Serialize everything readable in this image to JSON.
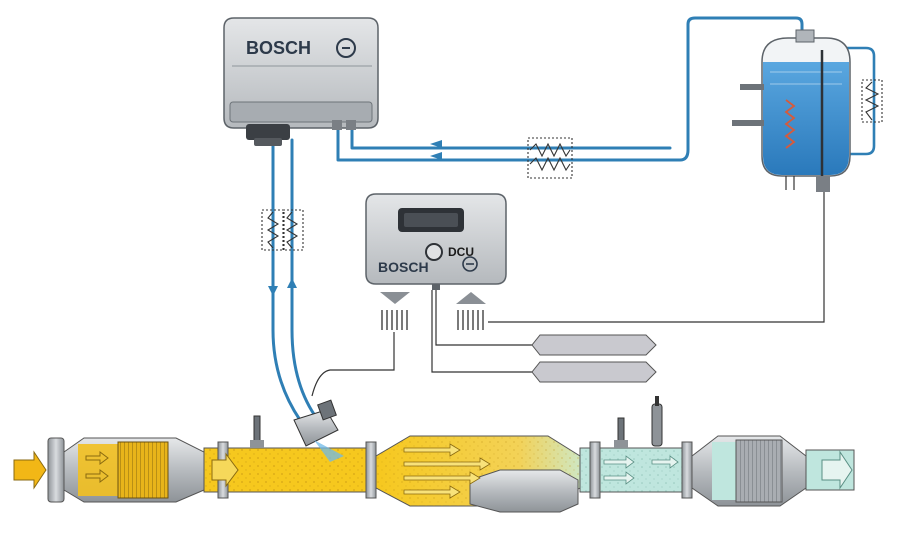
{
  "supply_module": {
    "brand": "BOSCH"
  },
  "dcu": {
    "label": "DCU",
    "brand": "BOSCH"
  },
  "colors": {
    "fluid_line": "#2f7fb5",
    "fluid_tank": "#3b8fd0",
    "exhaust_hot": "#f2c020",
    "exhaust_clean": "#bfe6de",
    "housing": "#c9ccd0",
    "signal_label": "#c9c9cf"
  },
  "icons": [
    "supply-module-icon",
    "dosing-control-unit-icon",
    "fluid-tank-icon",
    "dosing-valve-icon",
    "heater-element-icon",
    "sensor-icon",
    "flow-arrow-icon"
  ]
}
